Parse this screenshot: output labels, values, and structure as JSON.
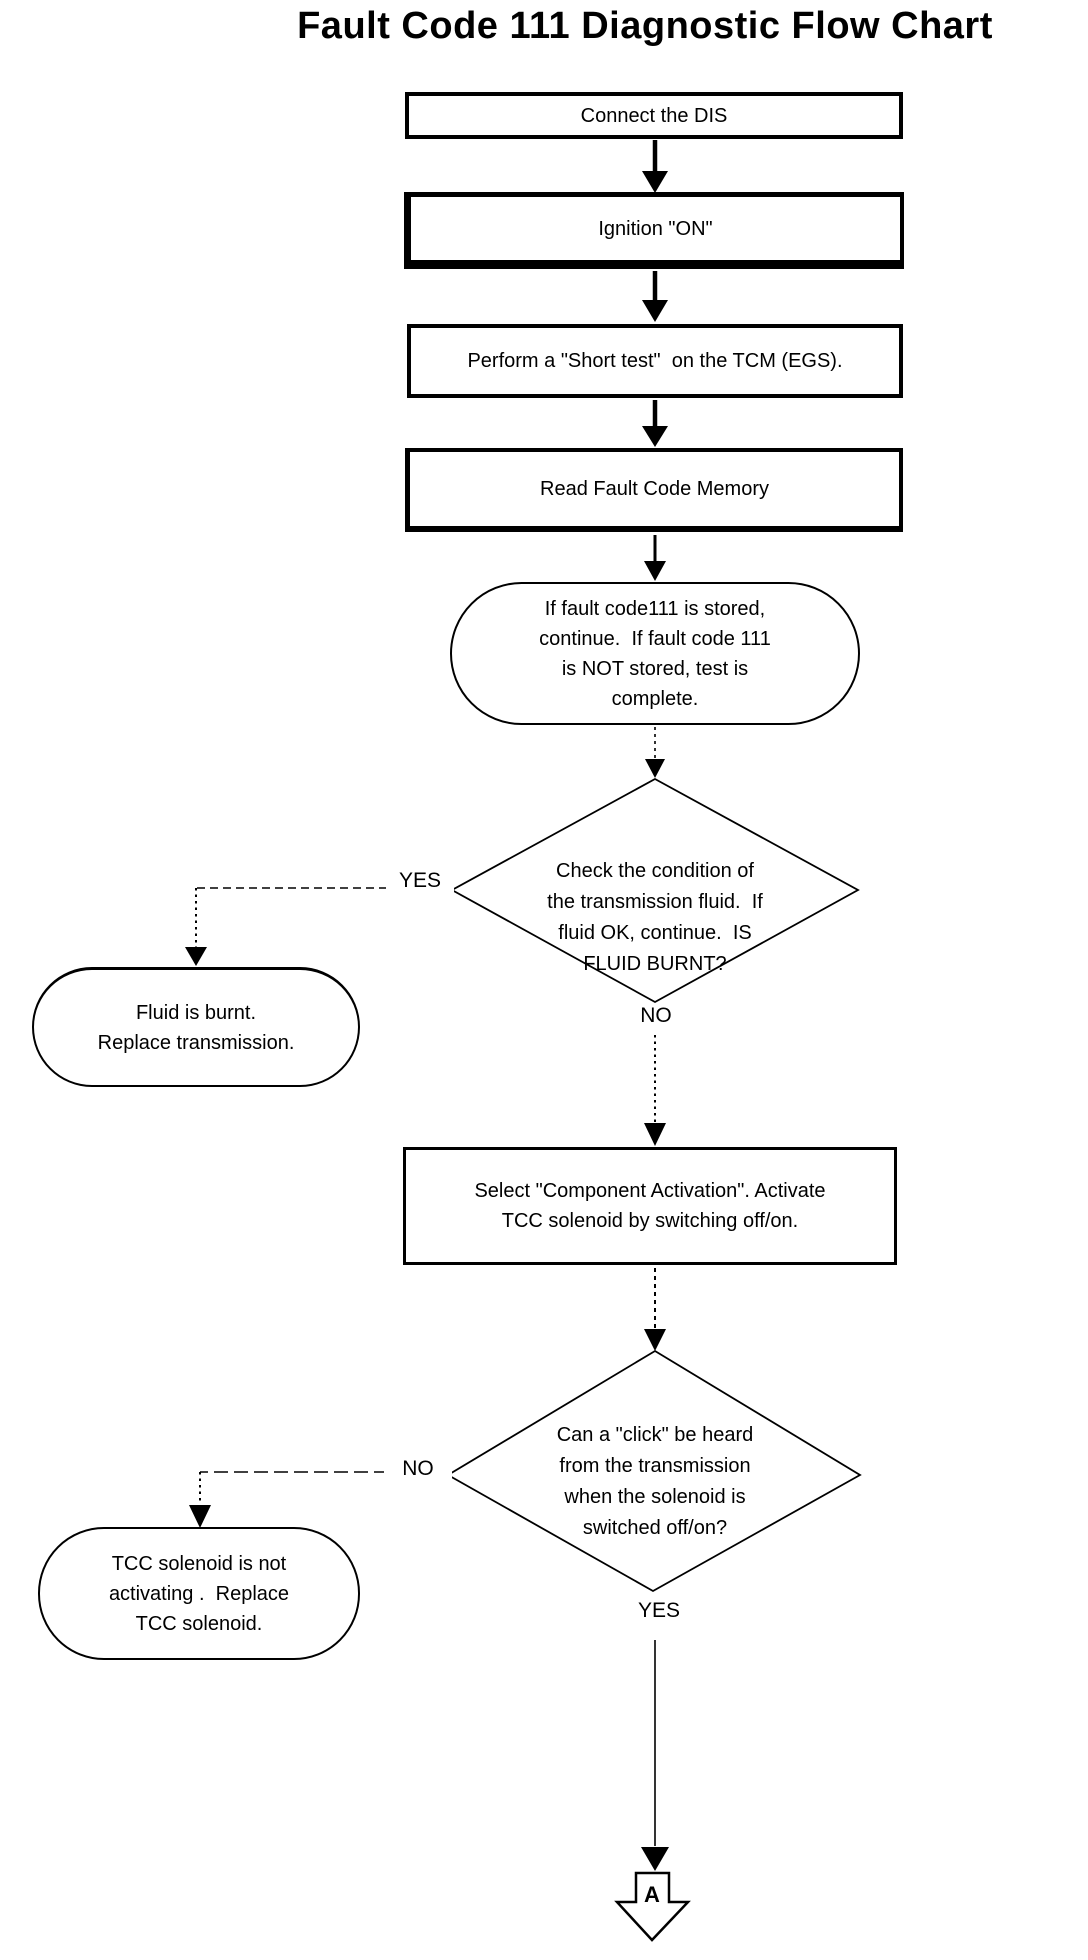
{
  "title": "Fault Code 111 Diagnostic Flow Chart",
  "nodes": {
    "connect_dis": {
      "label": "Connect the DIS"
    },
    "ignition_on": {
      "label": "Ignition \"ON\""
    },
    "short_test": {
      "label": "Perform a \"Short test\"  on the TCM (EGS)."
    },
    "read_fault_memory": {
      "label": "Read Fault Code Memory"
    },
    "fault_stored": {
      "label": "If fault code111 is stored,\ncontinue.  If fault code 111\nis NOT stored, test is\ncomplete."
    },
    "check_fluid": {
      "label": "Check the condition of\nthe transmission fluid.  If\nfluid OK, continue.  IS\nFLUID BURNT?"
    },
    "fluid_burnt": {
      "label": "Fluid is burnt.\nReplace transmission."
    },
    "component_activation": {
      "label": "Select \"Component Activation\". Activate\nTCC solenoid by switching off/on."
    },
    "click_heard": {
      "label": "Can a \"click\" be heard\nfrom the transmission\nwhen the solenoid is\nswitched off/on?"
    },
    "tcc_not_activating": {
      "label": "TCC solenoid is not\nactivating .  Replace\nTCC solenoid."
    },
    "connector_a": {
      "label": "A"
    }
  },
  "edge_labels": {
    "fluid_yes": {
      "label": "YES"
    },
    "fluid_no": {
      "label": "NO"
    },
    "click_no": {
      "label": "NO"
    },
    "click_yes": {
      "label": "YES"
    }
  },
  "colors": {
    "ink": "#000000",
    "paper": "#ffffff"
  }
}
